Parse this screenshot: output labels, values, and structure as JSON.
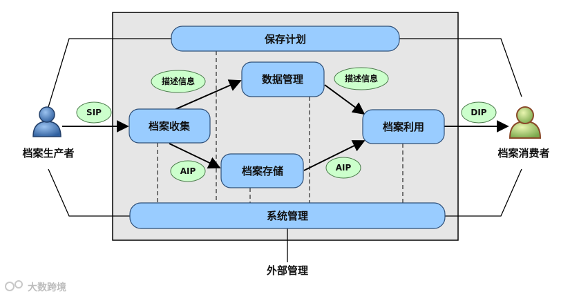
{
  "colors": {
    "box_fill": "#99ccff",
    "box_stroke": "#2e4f78",
    "oval_fill": "#ccffcc",
    "oval_stroke": "#4a7a4a",
    "panel_fill": "#e6e6e6",
    "producer_color": "#4a7fc1",
    "consumer_color": "#9acc66"
  },
  "diagram": {
    "top_bar": "保存计划",
    "bottom_bar": "系统管理",
    "boxes": {
      "collect": "档案收集",
      "data_mgmt": "数据管理",
      "storage": "档案存储",
      "use": "档案利用"
    },
    "ovals": {
      "desc_left": "描述信息",
      "desc_right": "描述信息",
      "sip": "SIP",
      "aip_left": "AIP",
      "aip_right": "AIP",
      "dip": "DIP"
    },
    "actors": {
      "producer": "档案生产者",
      "consumer": "档案消费者"
    },
    "external": "外部管理"
  },
  "watermark": "大数跨境"
}
